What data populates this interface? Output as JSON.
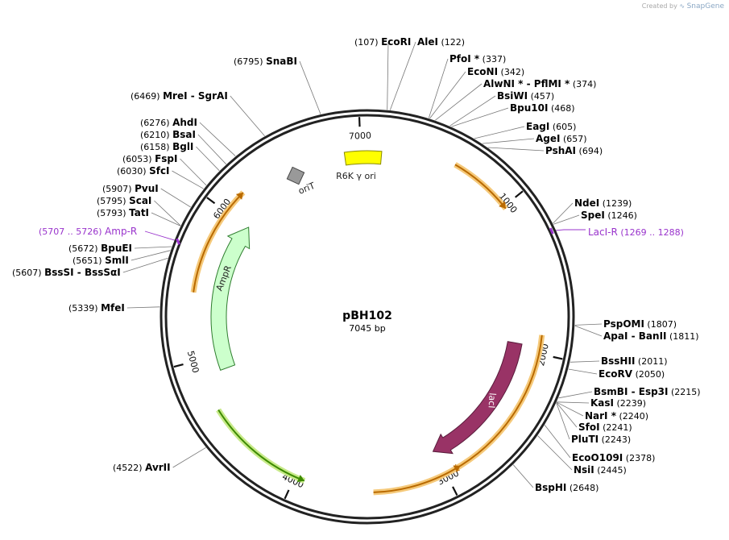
{
  "watermark": {
    "prefix": "Created by",
    "brand": "SnapGene"
  },
  "plasmid": {
    "name": "pBH102",
    "length_label": "7045 bp",
    "length": 7045
  },
  "ticks": [
    {
      "label": "1000",
      "bp": 1000
    },
    {
      "label": "2000",
      "bp": 2000
    },
    {
      "label": "3000",
      "bp": 3000
    },
    {
      "label": "4000",
      "bp": 4000
    },
    {
      "label": "5000",
      "bp": 5000
    },
    {
      "label": "6000",
      "bp": 6000
    },
    {
      "label": "7000",
      "bp": 7000
    }
  ],
  "features": [
    {
      "name": "R6K γ ori",
      "kind": "rep_origin",
      "color": "#ffff00"
    },
    {
      "name": "oriT",
      "kind": "oriT",
      "color": "#999999"
    },
    {
      "name": "AmpR",
      "kind": "cds",
      "color": "#ccffcc"
    },
    {
      "name": "lacI",
      "kind": "cds",
      "color": "#993366"
    }
  ],
  "primers": [
    {
      "name": "LacI-R",
      "range": "(1269 .. 1288)",
      "color": "#9933cc"
    },
    {
      "name": "Amp-R",
      "range": "(5707 .. 5726)",
      "color": "#9933cc"
    }
  ],
  "right_sites": [
    {
      "pos": "(107)",
      "name": "EcoRI"
    },
    {
      "name": "AleI",
      "pos": "(122)"
    },
    {
      "name": "PfoI *",
      "pos": "(337)"
    },
    {
      "name": "EcoNI",
      "pos": "(342)"
    },
    {
      "name": "AlwNI *  -  PflMI *",
      "pos": "(374)"
    },
    {
      "name": "BsiWI",
      "pos": "(457)"
    },
    {
      "name": "Bpu10I",
      "pos": "(468)"
    },
    {
      "name": "EagI",
      "pos": "(605)"
    },
    {
      "name": "AgeI",
      "pos": "(657)"
    },
    {
      "name": "PshAI",
      "pos": "(694)"
    },
    {
      "name": "NdeI",
      "pos": "(1239)"
    },
    {
      "name": "SpeI",
      "pos": "(1246)"
    },
    {
      "name": "PspOMI",
      "pos": "(1807)"
    },
    {
      "name": "ApaI  -  BanII",
      "pos": "(1811)"
    },
    {
      "name": "BssHII",
      "pos": "(2011)"
    },
    {
      "name": "EcoRV",
      "pos": "(2050)"
    },
    {
      "name": "BsmBI  -  Esp3I",
      "pos": "(2215)"
    },
    {
      "name": "KasI",
      "pos": "(2239)"
    },
    {
      "name": "NarI *",
      "pos": "(2240)"
    },
    {
      "name": "SfoI",
      "pos": "(2241)"
    },
    {
      "name": "PluTI",
      "pos": "(2243)"
    },
    {
      "name": "EcoO109I",
      "pos": "(2378)"
    },
    {
      "name": "NsiI",
      "pos": "(2445)"
    },
    {
      "name": "BspHI",
      "pos": "(2648)"
    }
  ],
  "left_sites": [
    {
      "pos": "(6795)",
      "name": "SnaBI"
    },
    {
      "pos": "(6469)",
      "name": "MreI  -  SgrAI"
    },
    {
      "pos": "(6276)",
      "name": "AhdI"
    },
    {
      "pos": "(6210)",
      "name": "BsaI"
    },
    {
      "pos": "(6158)",
      "name": "BglI"
    },
    {
      "pos": "(6053)",
      "name": "FspI"
    },
    {
      "pos": "(6030)",
      "name": "SfcI"
    },
    {
      "pos": "(5907)",
      "name": "PvuI"
    },
    {
      "pos": "(5795)",
      "name": "ScaI"
    },
    {
      "pos": "(5793)",
      "name": "TatI"
    },
    {
      "pos": "(5672)",
      "name": "BpuEI"
    },
    {
      "pos": "(5651)",
      "name": "SmlI"
    },
    {
      "pos": "(5607)",
      "name": "BssSI  -  BssSαI"
    },
    {
      "pos": "(5339)",
      "name": "MfeI"
    },
    {
      "pos": "(4522)",
      "name": "AvrII"
    }
  ]
}
